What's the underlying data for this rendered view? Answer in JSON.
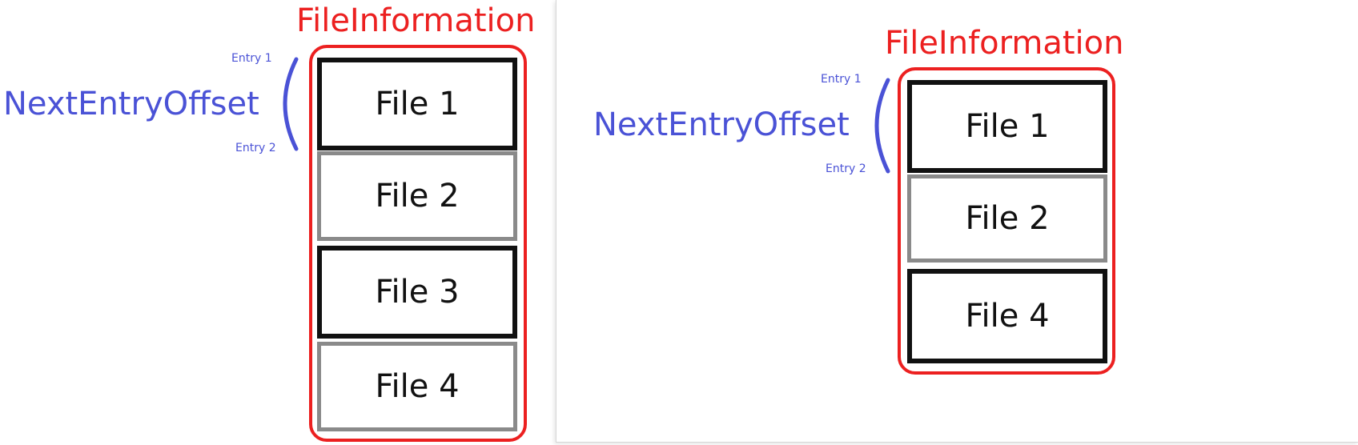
{
  "colors": {
    "container": "#ec2020",
    "offset": "#4a52d6",
    "dark_border": "#111111",
    "gray_border": "#8a8a8a"
  },
  "left": {
    "title": "FileInformation",
    "offset_label": "NextEntryOffset",
    "entry_top": "Entry 1",
    "entry_bottom": "Entry 2",
    "files": [
      {
        "label": "File 1",
        "style": "dark"
      },
      {
        "label": "File 2",
        "style": "gray"
      },
      {
        "label": "File 3",
        "style": "dark"
      },
      {
        "label": "File 4",
        "style": "gray"
      }
    ]
  },
  "right": {
    "title": "FileInformation",
    "offset_label": "NextEntryOffset",
    "entry_top": "Entry 1",
    "entry_bottom": "Entry 2",
    "files": [
      {
        "label": "File 1",
        "style": "dark"
      },
      {
        "label": "File 2",
        "style": "gray"
      },
      {
        "label": "File 4",
        "style": "dark"
      }
    ]
  }
}
